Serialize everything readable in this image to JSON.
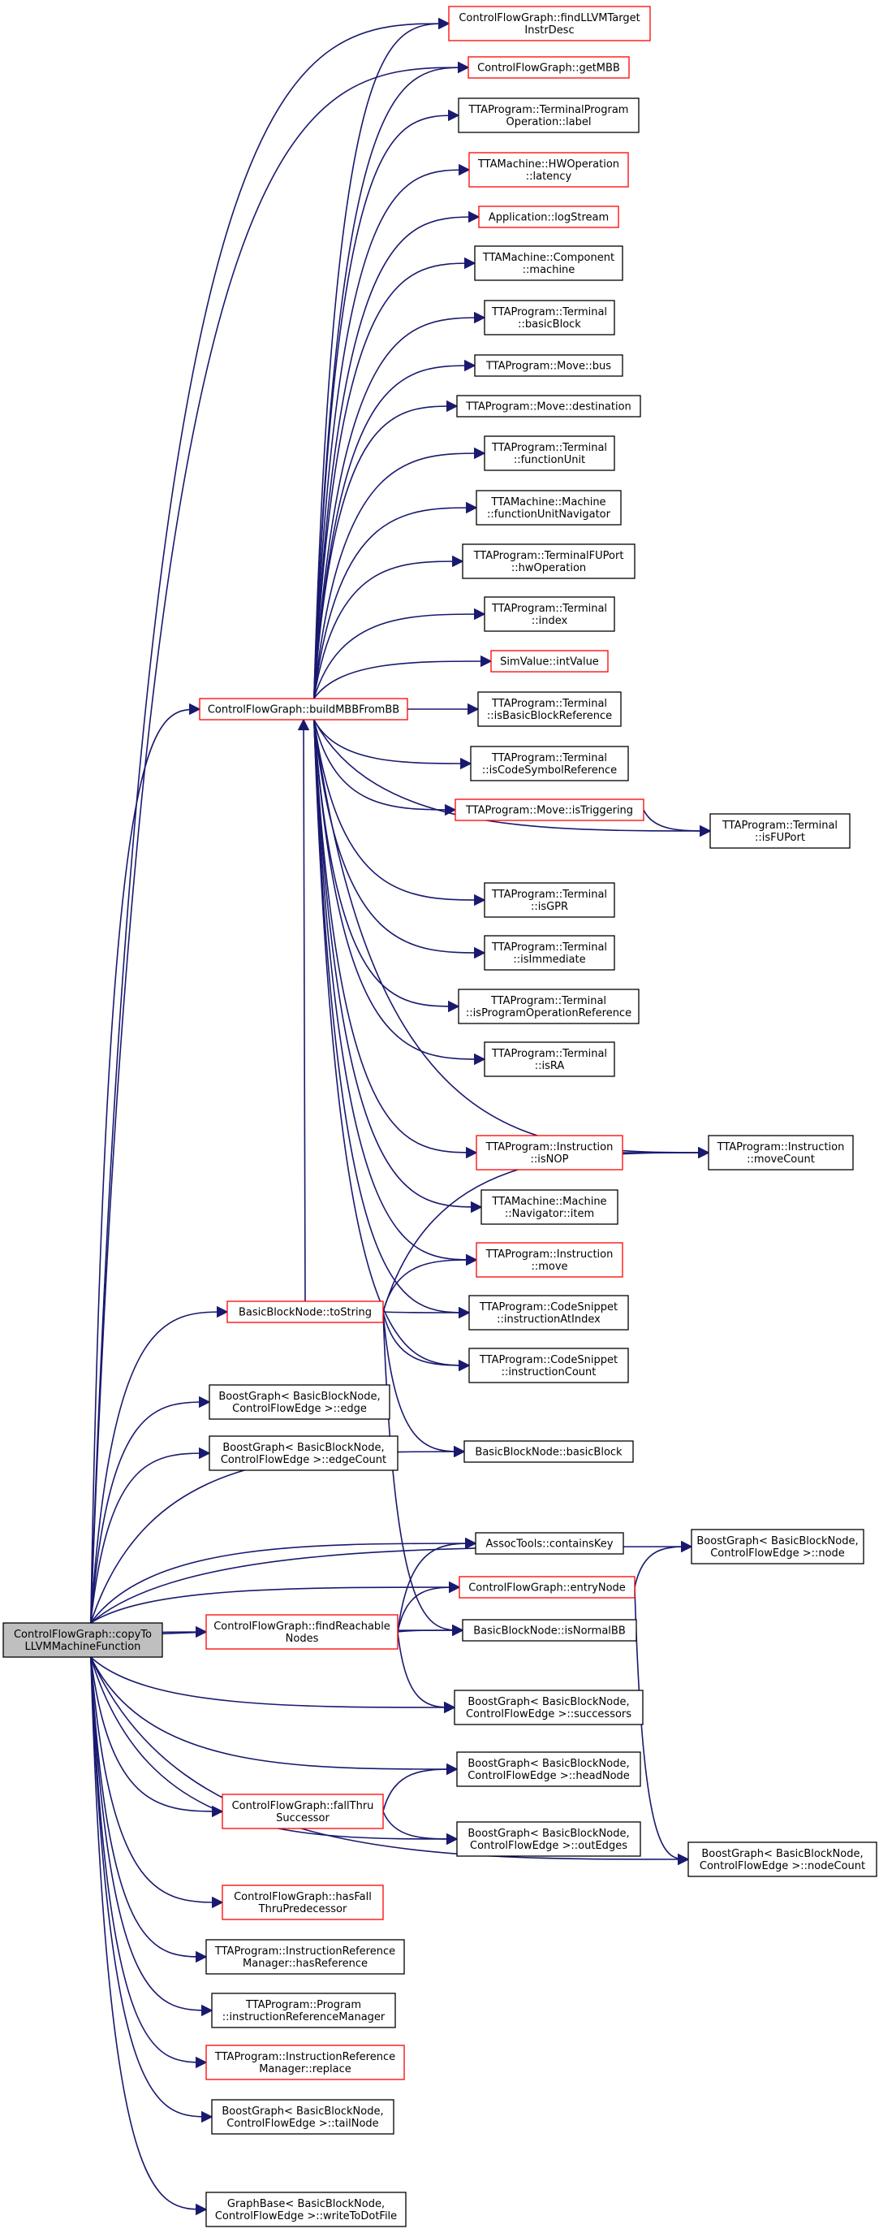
{
  "graph": {
    "root": "ControlFlowGraph::copyToLLVMMachineFunction",
    "colors": {
      "edge": "#191970",
      "node_border": "#000000",
      "node_border_red": "#ff0000",
      "root_fill": "#bfbfbf"
    },
    "nodes": [
      {
        "id": "copyTo",
        "label": [
          "ControlFlowGraph::copyTo",
          "LLVMMachineFunction"
        ],
        "style": "root"
      },
      {
        "id": "findLLVMTarget",
        "label": [
          "ControlFlowGraph::findLLVMTarget",
          "InstrDesc"
        ],
        "style": "red"
      },
      {
        "id": "getMBB",
        "label": [
          "ControlFlowGraph::getMBB"
        ],
        "style": "red"
      },
      {
        "id": "termProgOpLabel",
        "label": [
          "TTAProgram::TerminalProgram",
          "Operation::label"
        ],
        "style": "black"
      },
      {
        "id": "hwOpLatency",
        "label": [
          "TTAMachine::HWOperation",
          "::latency"
        ],
        "style": "red"
      },
      {
        "id": "logStream",
        "label": [
          "Application::logStream"
        ],
        "style": "red"
      },
      {
        "id": "componentMachine",
        "label": [
          "TTAMachine::Component",
          "::machine"
        ],
        "style": "black"
      },
      {
        "id": "termBasicBlock",
        "label": [
          "TTAProgram::Terminal",
          "::basicBlock"
        ],
        "style": "black"
      },
      {
        "id": "moveBus",
        "label": [
          "TTAProgram::Move::bus"
        ],
        "style": "black"
      },
      {
        "id": "moveDestination",
        "label": [
          "TTAProgram::Move::destination"
        ],
        "style": "black"
      },
      {
        "id": "termFunctionUnit",
        "label": [
          "TTAProgram::Terminal",
          "::functionUnit"
        ],
        "style": "black"
      },
      {
        "id": "machineFUNav",
        "label": [
          "TTAMachine::Machine",
          "::functionUnitNavigator"
        ],
        "style": "black"
      },
      {
        "id": "termFUPortHwOp",
        "label": [
          "TTAProgram::TerminalFUPort",
          "::hwOperation"
        ],
        "style": "black"
      },
      {
        "id": "termIndex",
        "label": [
          "TTAProgram::Terminal",
          "::index"
        ],
        "style": "black"
      },
      {
        "id": "simIntValue",
        "label": [
          "SimValue::intValue"
        ],
        "style": "red"
      },
      {
        "id": "buildMBB",
        "label": [
          "ControlFlowGraph::buildMBBFromBB"
        ],
        "style": "red"
      },
      {
        "id": "termIsBBRef",
        "label": [
          "TTAProgram::Terminal",
          "::isBasicBlockReference"
        ],
        "style": "black"
      },
      {
        "id": "termIsCodeSym",
        "label": [
          "TTAProgram::Terminal",
          "::isCodeSymbolReference"
        ],
        "style": "black"
      },
      {
        "id": "moveIsTriggering",
        "label": [
          "TTAProgram::Move::isTriggering"
        ],
        "style": "red"
      },
      {
        "id": "termIsFUPort",
        "label": [
          "TTAProgram::Terminal",
          "::isFUPort"
        ],
        "style": "black"
      },
      {
        "id": "termIsGPR",
        "label": [
          "TTAProgram::Terminal",
          "::isGPR"
        ],
        "style": "black"
      },
      {
        "id": "termIsImmediate",
        "label": [
          "TTAProgram::Terminal",
          "::isImmediate"
        ],
        "style": "black"
      },
      {
        "id": "termIsProgOpRef",
        "label": [
          "TTAProgram::Terminal",
          "::isProgramOperationReference"
        ],
        "style": "black"
      },
      {
        "id": "termIsRA",
        "label": [
          "TTAProgram::Terminal",
          "::isRA"
        ],
        "style": "black"
      },
      {
        "id": "instrIsNOP",
        "label": [
          "TTAProgram::Instruction",
          "::isNOP"
        ],
        "style": "red"
      },
      {
        "id": "instrMoveCount",
        "label": [
          "TTAProgram::Instruction",
          "::moveCount"
        ],
        "style": "black"
      },
      {
        "id": "machineNavItem",
        "label": [
          "TTAMachine::Machine",
          "::Navigator::item"
        ],
        "style": "black"
      },
      {
        "id": "instrMove",
        "label": [
          "TTAProgram::Instruction",
          "::move"
        ],
        "style": "red"
      },
      {
        "id": "bbToString",
        "label": [
          "BasicBlockNode::toString"
        ],
        "style": "red"
      },
      {
        "id": "csInstrAtIndex",
        "label": [
          "TTAProgram::CodeSnippet",
          "::instructionAtIndex"
        ],
        "style": "black"
      },
      {
        "id": "csInstrCount",
        "label": [
          "TTAProgram::CodeSnippet",
          "::instructionCount"
        ],
        "style": "black"
      },
      {
        "id": "bgEdge",
        "label": [
          "BoostGraph< BasicBlockNode,",
          "ControlFlowEdge >::edge"
        ],
        "style": "black"
      },
      {
        "id": "bgEdgeCount",
        "label": [
          "BoostGraph< BasicBlockNode,",
          "ControlFlowEdge >::edgeCount"
        ],
        "style": "black"
      },
      {
        "id": "bbBasicBlock",
        "label": [
          "BasicBlockNode::basicBlock"
        ],
        "style": "black"
      },
      {
        "id": "bgNode",
        "label": [
          "BoostGraph< BasicBlockNode,",
          "ControlFlowEdge >::node"
        ],
        "style": "black"
      },
      {
        "id": "containsKey",
        "label": [
          "AssocTools::containsKey"
        ],
        "style": "black"
      },
      {
        "id": "entryNode",
        "label": [
          "ControlFlowGraph::entryNode"
        ],
        "style": "red"
      },
      {
        "id": "findReachable",
        "label": [
          "ControlFlowGraph::findReachable",
          "Nodes"
        ],
        "style": "red"
      },
      {
        "id": "bbIsNormalBB",
        "label": [
          "BasicBlockNode::isNormalBB"
        ],
        "style": "black"
      },
      {
        "id": "bgSuccessors",
        "label": [
          "BoostGraph< BasicBlockNode,",
          "ControlFlowEdge >::successors"
        ],
        "style": "black"
      },
      {
        "id": "bgHeadNode",
        "label": [
          "BoostGraph< BasicBlockNode,",
          "ControlFlowEdge >::headNode"
        ],
        "style": "black"
      },
      {
        "id": "fallThru",
        "label": [
          "ControlFlowGraph::fallThru",
          "Successor"
        ],
        "style": "red"
      },
      {
        "id": "bgOutEdges",
        "label": [
          "BoostGraph< BasicBlockNode,",
          "ControlFlowEdge >::outEdges"
        ],
        "style": "black"
      },
      {
        "id": "bgNodeCount",
        "label": [
          "BoostGraph< BasicBlockNode,",
          "ControlFlowEdge >::nodeCount"
        ],
        "style": "black"
      },
      {
        "id": "hasFallThru",
        "label": [
          "ControlFlowGraph::hasFall",
          "ThruPredecessor"
        ],
        "style": "red"
      },
      {
        "id": "irmHasRef",
        "label": [
          "TTAProgram::InstructionReference",
          "Manager::hasReference"
        ],
        "style": "black"
      },
      {
        "id": "progIRM",
        "label": [
          "TTAProgram::Program",
          "::instructionReferenceManager"
        ],
        "style": "black"
      },
      {
        "id": "irmReplace",
        "label": [
          "TTAProgram::InstructionReference",
          "Manager::replace"
        ],
        "style": "red"
      },
      {
        "id": "bgTailNode",
        "label": [
          "BoostGraph< BasicBlockNode,",
          "ControlFlowEdge >::tailNode"
        ],
        "style": "black"
      },
      {
        "id": "gbWriteDot",
        "label": [
          "GraphBase< BasicBlockNode,",
          "ControlFlowEdge >::writeToDotFile"
        ],
        "style": "black"
      }
    ],
    "edges": [
      [
        "copyTo",
        "findLLVMTarget"
      ],
      [
        "copyTo",
        "getMBB"
      ],
      [
        "copyTo",
        "buildMBB"
      ],
      [
        "copyTo",
        "bbToString"
      ],
      [
        "copyTo",
        "bgEdge"
      ],
      [
        "copyTo",
        "bgEdgeCount"
      ],
      [
        "copyTo",
        "bbBasicBlock"
      ],
      [
        "copyTo",
        "bgNode"
      ],
      [
        "copyTo",
        "containsKey"
      ],
      [
        "copyTo",
        "entryNode"
      ],
      [
        "copyTo",
        "findReachable"
      ],
      [
        "copyTo",
        "bbIsNormalBB"
      ],
      [
        "copyTo",
        "bgSuccessors"
      ],
      [
        "copyTo",
        "bgHeadNode"
      ],
      [
        "copyTo",
        "fallThru"
      ],
      [
        "copyTo",
        "bgOutEdges"
      ],
      [
        "copyTo",
        "bgNodeCount"
      ],
      [
        "copyTo",
        "hasFallThru"
      ],
      [
        "copyTo",
        "irmHasRef"
      ],
      [
        "copyTo",
        "progIRM"
      ],
      [
        "copyTo",
        "irmReplace"
      ],
      [
        "copyTo",
        "bgTailNode"
      ],
      [
        "copyTo",
        "gbWriteDot"
      ],
      [
        "buildMBB",
        "findLLVMTarget"
      ],
      [
        "buildMBB",
        "getMBB"
      ],
      [
        "buildMBB",
        "termProgOpLabel"
      ],
      [
        "buildMBB",
        "hwOpLatency"
      ],
      [
        "buildMBB",
        "logStream"
      ],
      [
        "buildMBB",
        "componentMachine"
      ],
      [
        "buildMBB",
        "termBasicBlock"
      ],
      [
        "buildMBB",
        "moveBus"
      ],
      [
        "buildMBB",
        "moveDestination"
      ],
      [
        "buildMBB",
        "termFunctionUnit"
      ],
      [
        "buildMBB",
        "machineFUNav"
      ],
      [
        "buildMBB",
        "termFUPortHwOp"
      ],
      [
        "buildMBB",
        "termIndex"
      ],
      [
        "buildMBB",
        "simIntValue"
      ],
      [
        "buildMBB",
        "termIsBBRef"
      ],
      [
        "buildMBB",
        "termIsCodeSym"
      ],
      [
        "buildMBB",
        "moveIsTriggering"
      ],
      [
        "buildMBB",
        "termIsFUPort"
      ],
      [
        "buildMBB",
        "termIsGPR"
      ],
      [
        "buildMBB",
        "termIsImmediate"
      ],
      [
        "buildMBB",
        "termIsProgOpRef"
      ],
      [
        "buildMBB",
        "termIsRA"
      ],
      [
        "buildMBB",
        "instrIsNOP"
      ],
      [
        "buildMBB",
        "instrMoveCount"
      ],
      [
        "buildMBB",
        "machineNavItem"
      ],
      [
        "buildMBB",
        "instrMove"
      ],
      [
        "buildMBB",
        "csInstrAtIndex"
      ],
      [
        "buildMBB",
        "csInstrCount"
      ],
      [
        "moveIsTriggering",
        "termIsFUPort"
      ],
      [
        "instrIsNOP",
        "instrMoveCount"
      ],
      [
        "bbToString",
        "buildMBB"
      ],
      [
        "bbToString",
        "instrMove"
      ],
      [
        "bbToString",
        "csInstrAtIndex"
      ],
      [
        "bbToString",
        "csInstrCount"
      ],
      [
        "bbToString",
        "instrMoveCount"
      ],
      [
        "bbToString",
        "bbBasicBlock"
      ],
      [
        "bbToString",
        "bbIsNormalBB"
      ],
      [
        "findReachable",
        "containsKey"
      ],
      [
        "findReachable",
        "entryNode"
      ],
      [
        "findReachable",
        "bbIsNormalBB"
      ],
      [
        "findReachable",
        "bgSuccessors"
      ],
      [
        "entryNode",
        "bgNode"
      ],
      [
        "entryNode",
        "bgNodeCount"
      ],
      [
        "fallThru",
        "bgHeadNode"
      ],
      [
        "fallThru",
        "bgOutEdges"
      ]
    ]
  }
}
